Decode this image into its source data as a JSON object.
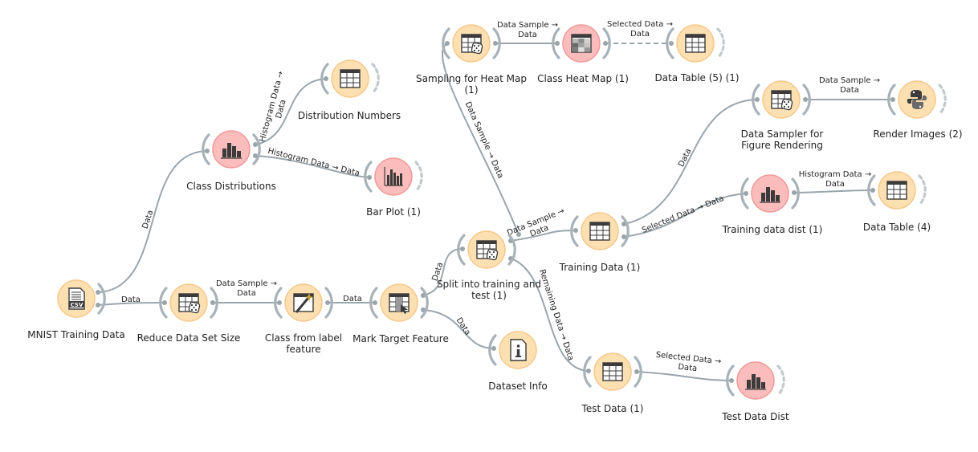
{
  "colors": {
    "data_node_fill": "#fde0b2",
    "data_node_stroke": "#f7c88b",
    "viz_node_fill": "#fbbcbc",
    "viz_node_stroke": "#f19a9a",
    "link": "#9aa5ab",
    "icon": "#3b3b3b"
  },
  "nodes": [
    {
      "id": "mnist",
      "label_lines": [
        "MNIST Training Data"
      ],
      "kind": "data",
      "icon": "csv-file-icon",
      "inputs": false,
      "outputs": true
    },
    {
      "id": "reduce",
      "label_lines": [
        "Reduce Data Set Size"
      ],
      "kind": "data",
      "icon": "data-sampler-icon",
      "inputs": true,
      "outputs": true
    },
    {
      "id": "classlabel",
      "label_lines": [
        "Class from label",
        "feature"
      ],
      "kind": "data",
      "icon": "python-wand-icon",
      "inputs": true,
      "outputs": true
    },
    {
      "id": "marktarget",
      "label_lines": [
        "Mark Target Feature"
      ],
      "kind": "data",
      "icon": "select-columns-icon",
      "inputs": true,
      "outputs": true
    },
    {
      "id": "classdist",
      "label_lines": [
        "Class Distributions"
      ],
      "kind": "viz",
      "icon": "distributions-icon",
      "inputs": true,
      "outputs": true
    },
    {
      "id": "distnumbers",
      "label_lines": [
        "Distribution Numbers"
      ],
      "kind": "data",
      "icon": "data-table-icon",
      "inputs": true,
      "outputs": "dashed"
    },
    {
      "id": "barplot",
      "label_lines": [
        "Bar Plot (1)"
      ],
      "kind": "viz",
      "icon": "bar-plot-icon",
      "inputs": true,
      "outputs": "dashed"
    },
    {
      "id": "datasetinfo",
      "label_lines": [
        "Dataset Info"
      ],
      "kind": "data",
      "icon": "info-icon",
      "inputs": true,
      "outputs": false
    },
    {
      "id": "split",
      "label_lines": [
        "Split into training and",
        "test (1)"
      ],
      "kind": "data",
      "icon": "data-sampler-icon",
      "inputs": true,
      "outputs": true
    },
    {
      "id": "samplingheat",
      "label_lines": [
        "Sampling for Heat Map",
        "(1)"
      ],
      "kind": "data",
      "icon": "data-sampler-icon",
      "inputs": true,
      "outputs": true
    },
    {
      "id": "classheat",
      "label_lines": [
        "Class Heat Map (1)"
      ],
      "kind": "viz",
      "icon": "heat-map-icon",
      "inputs": true,
      "outputs": true
    },
    {
      "id": "datatable5",
      "label_lines": [
        "Data Table (5) (1)"
      ],
      "kind": "data",
      "icon": "data-table-icon",
      "inputs": true,
      "outputs": "dashed"
    },
    {
      "id": "trainingdata",
      "label_lines": [
        "Training Data (1)"
      ],
      "kind": "data",
      "icon": "data-table-icon",
      "inputs": true,
      "outputs": true
    },
    {
      "id": "testdata",
      "label_lines": [
        "Test Data (1)"
      ],
      "kind": "data",
      "icon": "data-table-icon",
      "inputs": true,
      "outputs": true
    },
    {
      "id": "datasampler",
      "label_lines": [
        "Data Sampler for",
        "Figure Rendering"
      ],
      "kind": "data",
      "icon": "data-sampler-icon",
      "inputs": true,
      "outputs": true
    },
    {
      "id": "renderimages",
      "label_lines": [
        "Render Images (2)"
      ],
      "kind": "data",
      "icon": "python-icon",
      "inputs": true,
      "outputs": "dashed"
    },
    {
      "id": "trainingdist",
      "label_lines": [
        "Training data dist (1)"
      ],
      "kind": "viz",
      "icon": "distributions-icon",
      "inputs": true,
      "outputs": true
    },
    {
      "id": "datatable4",
      "label_lines": [
        "Data Table (4)"
      ],
      "kind": "data",
      "icon": "data-table-icon",
      "inputs": true,
      "outputs": "dashed"
    },
    {
      "id": "testdist",
      "label_lines": [
        "Test Data Dist"
      ],
      "kind": "viz",
      "icon": "distributions-icon",
      "inputs": true,
      "outputs": "dashed"
    }
  ],
  "links": [
    {
      "id": "mnist-reduce",
      "from": "mnist",
      "to": "reduce",
      "label_lines": [
        "Data"
      ],
      "dashed": false
    },
    {
      "id": "mnist-classdist",
      "from": "mnist",
      "to": "classdist",
      "label_lines": [
        "Data"
      ],
      "dashed": false
    },
    {
      "id": "reduce-classlabel",
      "from": "reduce",
      "to": "classlabel",
      "label_lines": [
        "Data Sample →",
        "Data"
      ],
      "dashed": false
    },
    {
      "id": "classlabel-marktarget",
      "from": "classlabel",
      "to": "marktarget",
      "label_lines": [
        "Data"
      ],
      "dashed": false
    },
    {
      "id": "classdist-distnumbers",
      "from": "classdist",
      "to": "distnumbers",
      "label_lines": [
        "Histogram Data →",
        "Data"
      ],
      "dashed": false
    },
    {
      "id": "classdist-barplot",
      "from": "classdist",
      "to": "barplot",
      "label_lines": [
        "Histogram Data → Data"
      ],
      "dashed": false
    },
    {
      "id": "marktarget-split",
      "from": "marktarget",
      "to": "split",
      "label_lines": [
        "Data"
      ],
      "dashed": false
    },
    {
      "id": "marktarget-datasetinfo",
      "from": "marktarget",
      "to": "datasetinfo",
      "label_lines": [
        "Data"
      ],
      "dashed": false
    },
    {
      "id": "split-samplingheat",
      "from": "split",
      "to": "samplingheat",
      "label_lines": [
        "Data Sample → Data"
      ],
      "dashed": false
    },
    {
      "id": "samplingheat-classheat",
      "from": "samplingheat",
      "to": "classheat",
      "label_lines": [
        "Data Sample →",
        "Data"
      ],
      "dashed": false
    },
    {
      "id": "classheat-datatable5",
      "from": "classheat",
      "to": "datatable5",
      "label_lines": [
        "Selected Data →",
        "Data"
      ],
      "dashed": true
    },
    {
      "id": "split-trainingdata",
      "from": "split",
      "to": "trainingdata",
      "label_lines": [
        "Data Sample →",
        "Data"
      ],
      "dashed": false
    },
    {
      "id": "split-testdata",
      "from": "split",
      "to": "testdata",
      "label_lines": [
        "Remaining Data → Data"
      ],
      "dashed": false
    },
    {
      "id": "trainingdata-datasampler",
      "from": "trainingdata",
      "to": "datasampler",
      "label_lines": [
        "Data"
      ],
      "dashed": false
    },
    {
      "id": "trainingdata-trainingdist",
      "from": "trainingdata",
      "to": "trainingdist",
      "label_lines": [
        "Selected Data → Data"
      ],
      "dashed": false
    },
    {
      "id": "datasampler-renderimages",
      "from": "datasampler",
      "to": "renderimages",
      "label_lines": [
        "Data Sample →",
        "Data"
      ],
      "dashed": false
    },
    {
      "id": "trainingdist-datatable4",
      "from": "trainingdist",
      "to": "datatable4",
      "label_lines": [
        "Histogram Data →",
        "Data"
      ],
      "dashed": false
    },
    {
      "id": "testdata-testdist",
      "from": "testdata",
      "to": "testdist",
      "label_lines": [
        "Selected Data →",
        "Data"
      ],
      "dashed": false
    }
  ]
}
